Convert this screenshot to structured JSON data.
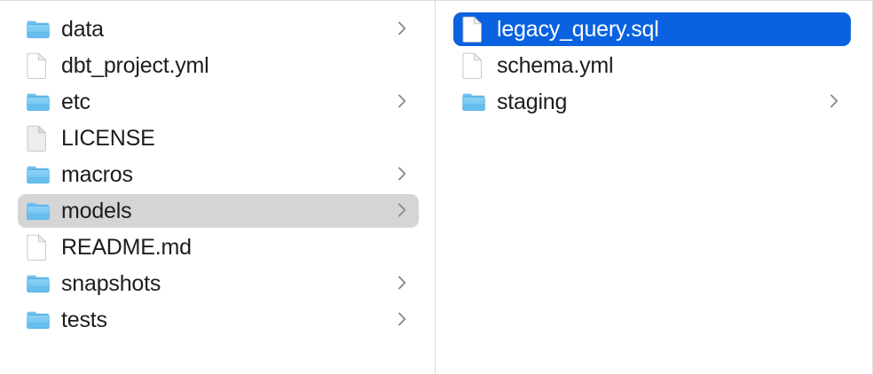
{
  "window": {
    "view_mode": "column",
    "background_color": "#ffffff",
    "divider_color": "#dcdcdc",
    "selection_active_color": "#0a62e0",
    "selection_inactive_color": "#d5d5d5",
    "label_color": "#1d1d1f",
    "chevron_color": "#8a8a8e"
  },
  "columns": [
    {
      "name": "parent-column",
      "items": [
        {
          "label": "data",
          "kind": "folder",
          "icon": "folder-icon",
          "has_chevron": true,
          "selected": false,
          "selection": "none"
        },
        {
          "label": "dbt_project.yml",
          "kind": "file",
          "icon": "document-icon",
          "has_chevron": false,
          "selected": false,
          "selection": "none"
        },
        {
          "label": "etc",
          "kind": "folder",
          "icon": "folder-icon",
          "has_chevron": true,
          "selected": false,
          "selection": "none"
        },
        {
          "label": "LICENSE",
          "kind": "file",
          "icon": "plain-document-icon",
          "has_chevron": false,
          "selected": false,
          "selection": "none"
        },
        {
          "label": "macros",
          "kind": "folder",
          "icon": "folder-icon",
          "has_chevron": true,
          "selected": false,
          "selection": "none"
        },
        {
          "label": "models",
          "kind": "folder",
          "icon": "folder-icon",
          "has_chevron": true,
          "selected": true,
          "selection": "gray"
        },
        {
          "label": "README.md",
          "kind": "file",
          "icon": "document-icon",
          "has_chevron": false,
          "selected": false,
          "selection": "none"
        },
        {
          "label": "snapshots",
          "kind": "folder",
          "icon": "folder-icon",
          "has_chevron": true,
          "selected": false,
          "selection": "none"
        },
        {
          "label": "tests",
          "kind": "folder",
          "icon": "folder-icon",
          "has_chevron": true,
          "selected": false,
          "selection": "none"
        }
      ]
    },
    {
      "name": "child-column",
      "items": [
        {
          "label": "legacy_query.sql",
          "kind": "file",
          "icon": "document-icon",
          "has_chevron": false,
          "selected": true,
          "selection": "blue"
        },
        {
          "label": "schema.yml",
          "kind": "file",
          "icon": "document-icon",
          "has_chevron": false,
          "selected": false,
          "selection": "none"
        },
        {
          "label": "staging",
          "kind": "folder",
          "icon": "folder-icon",
          "has_chevron": true,
          "selected": false,
          "selection": "none"
        }
      ]
    }
  ]
}
